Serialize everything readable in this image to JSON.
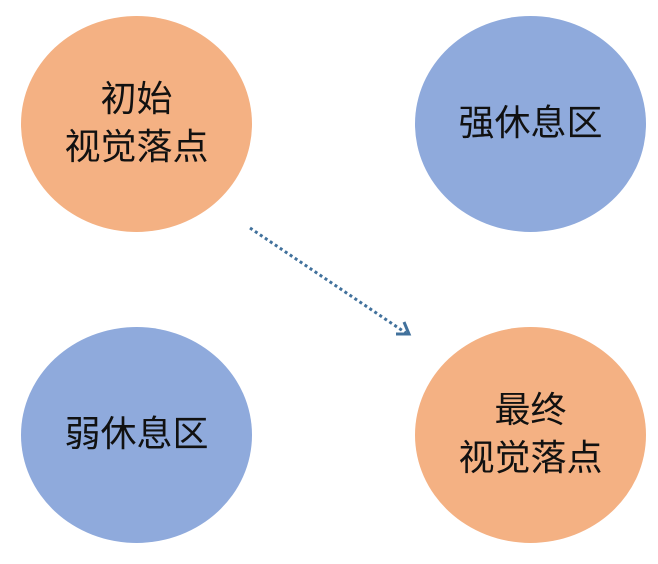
{
  "colors": {
    "fixation_fill": "#F4B183",
    "rest_fill": "#8FAADC",
    "arrow": "#41719C"
  },
  "nodes": {
    "initial_fixation": {
      "line1": "初始",
      "line2": "视觉落点"
    },
    "strong_rest": {
      "line1": "强休息区"
    },
    "weak_rest": {
      "line1": "弱休息区"
    },
    "final_fixation": {
      "line1": "最终",
      "line2": "视觉落点"
    }
  }
}
